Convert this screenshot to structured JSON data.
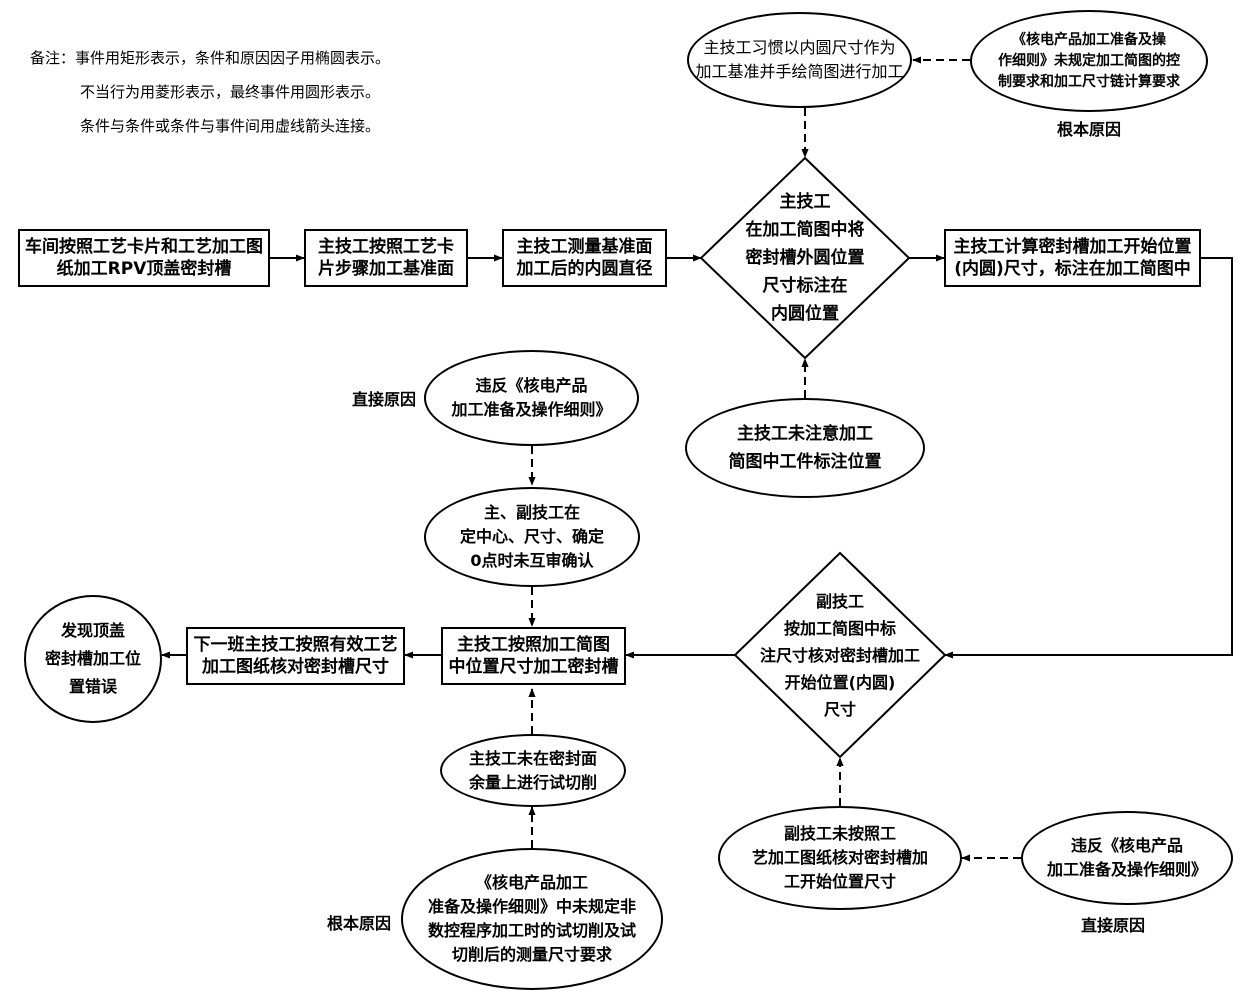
{
  "legend": {
    "line1": "备注：事件用矩形表示，条件和原因因子用椭圆表示。",
    "line2": "不当行为用菱形表示，最终事件用圆形表示。",
    "line3": "条件与条件或条件与事件间用虚线箭头连接。"
  },
  "nodes": {
    "workshop_process": "车间按照工艺卡片和工艺加工图\n纸加工RPV顶盖密封槽",
    "main_tech_ref_face": "主技工按照工艺卡\n片步骤加工基准面",
    "main_tech_measure": "主技工测量基准面\n加工后的内圆直径",
    "diamond_mark_outer": "主技工\n在加工简图中将\n密封槽外圆位置\n尺寸标注在\n内圆位置",
    "main_tech_compute": "主技工计算密封槽加工开始位置\n(内圆)尺寸，标注在加工简图中",
    "habit_cond": "主技工习惯以内圆尺寸作为\n加工基准并手绘简图进行加工",
    "root_cause_top": "《核电产品加工准备及操\n作细则》未规定加工简图的控\n制要求和加工尺寸链计算要求",
    "not_noticed": "主技工未注意加工\n简图中工件标注位置",
    "violate_top": "违反《核电产品\n加工准备及操作细则》",
    "not_mutual_check": "主、副技工在\n定中心、尺寸、确定\n0点时未互审确认",
    "main_tech_process": "主技工按照加工简图\n中位置尺寸加工密封槽",
    "next_shift_check": "下一班主技工按照有效工艺\n加工图纸核对密封槽尺寸",
    "final_event": "发现顶盖\n密封槽加工位\n置错误",
    "diamond_vice": "副技工\n按加工简图中标\n注尺寸核对密封槽加工\n开始位置(内圆)\n尺寸",
    "no_trial_cut": "主技工未在密封面\n余量上进行试切削",
    "root_cause_bottom": "《核电产品加工\n准备及操作细则》中未规定非\n数控程序加工时的试切削及试\n切削后的测量尺寸要求",
    "vice_not_per_drawing": "副技工未按照工\n艺加工图纸核对密封槽加\n工开始位置尺寸",
    "violate_bottom": "违反《核电产品\n加工准备及操作细则》"
  },
  "labels": {
    "root_cause_top_tag": "根本原因",
    "direct_cause_left_tag": "直接原因",
    "root_cause_bottom_tag": "根本原因",
    "direct_cause_bottom_tag": "直接原因"
  }
}
